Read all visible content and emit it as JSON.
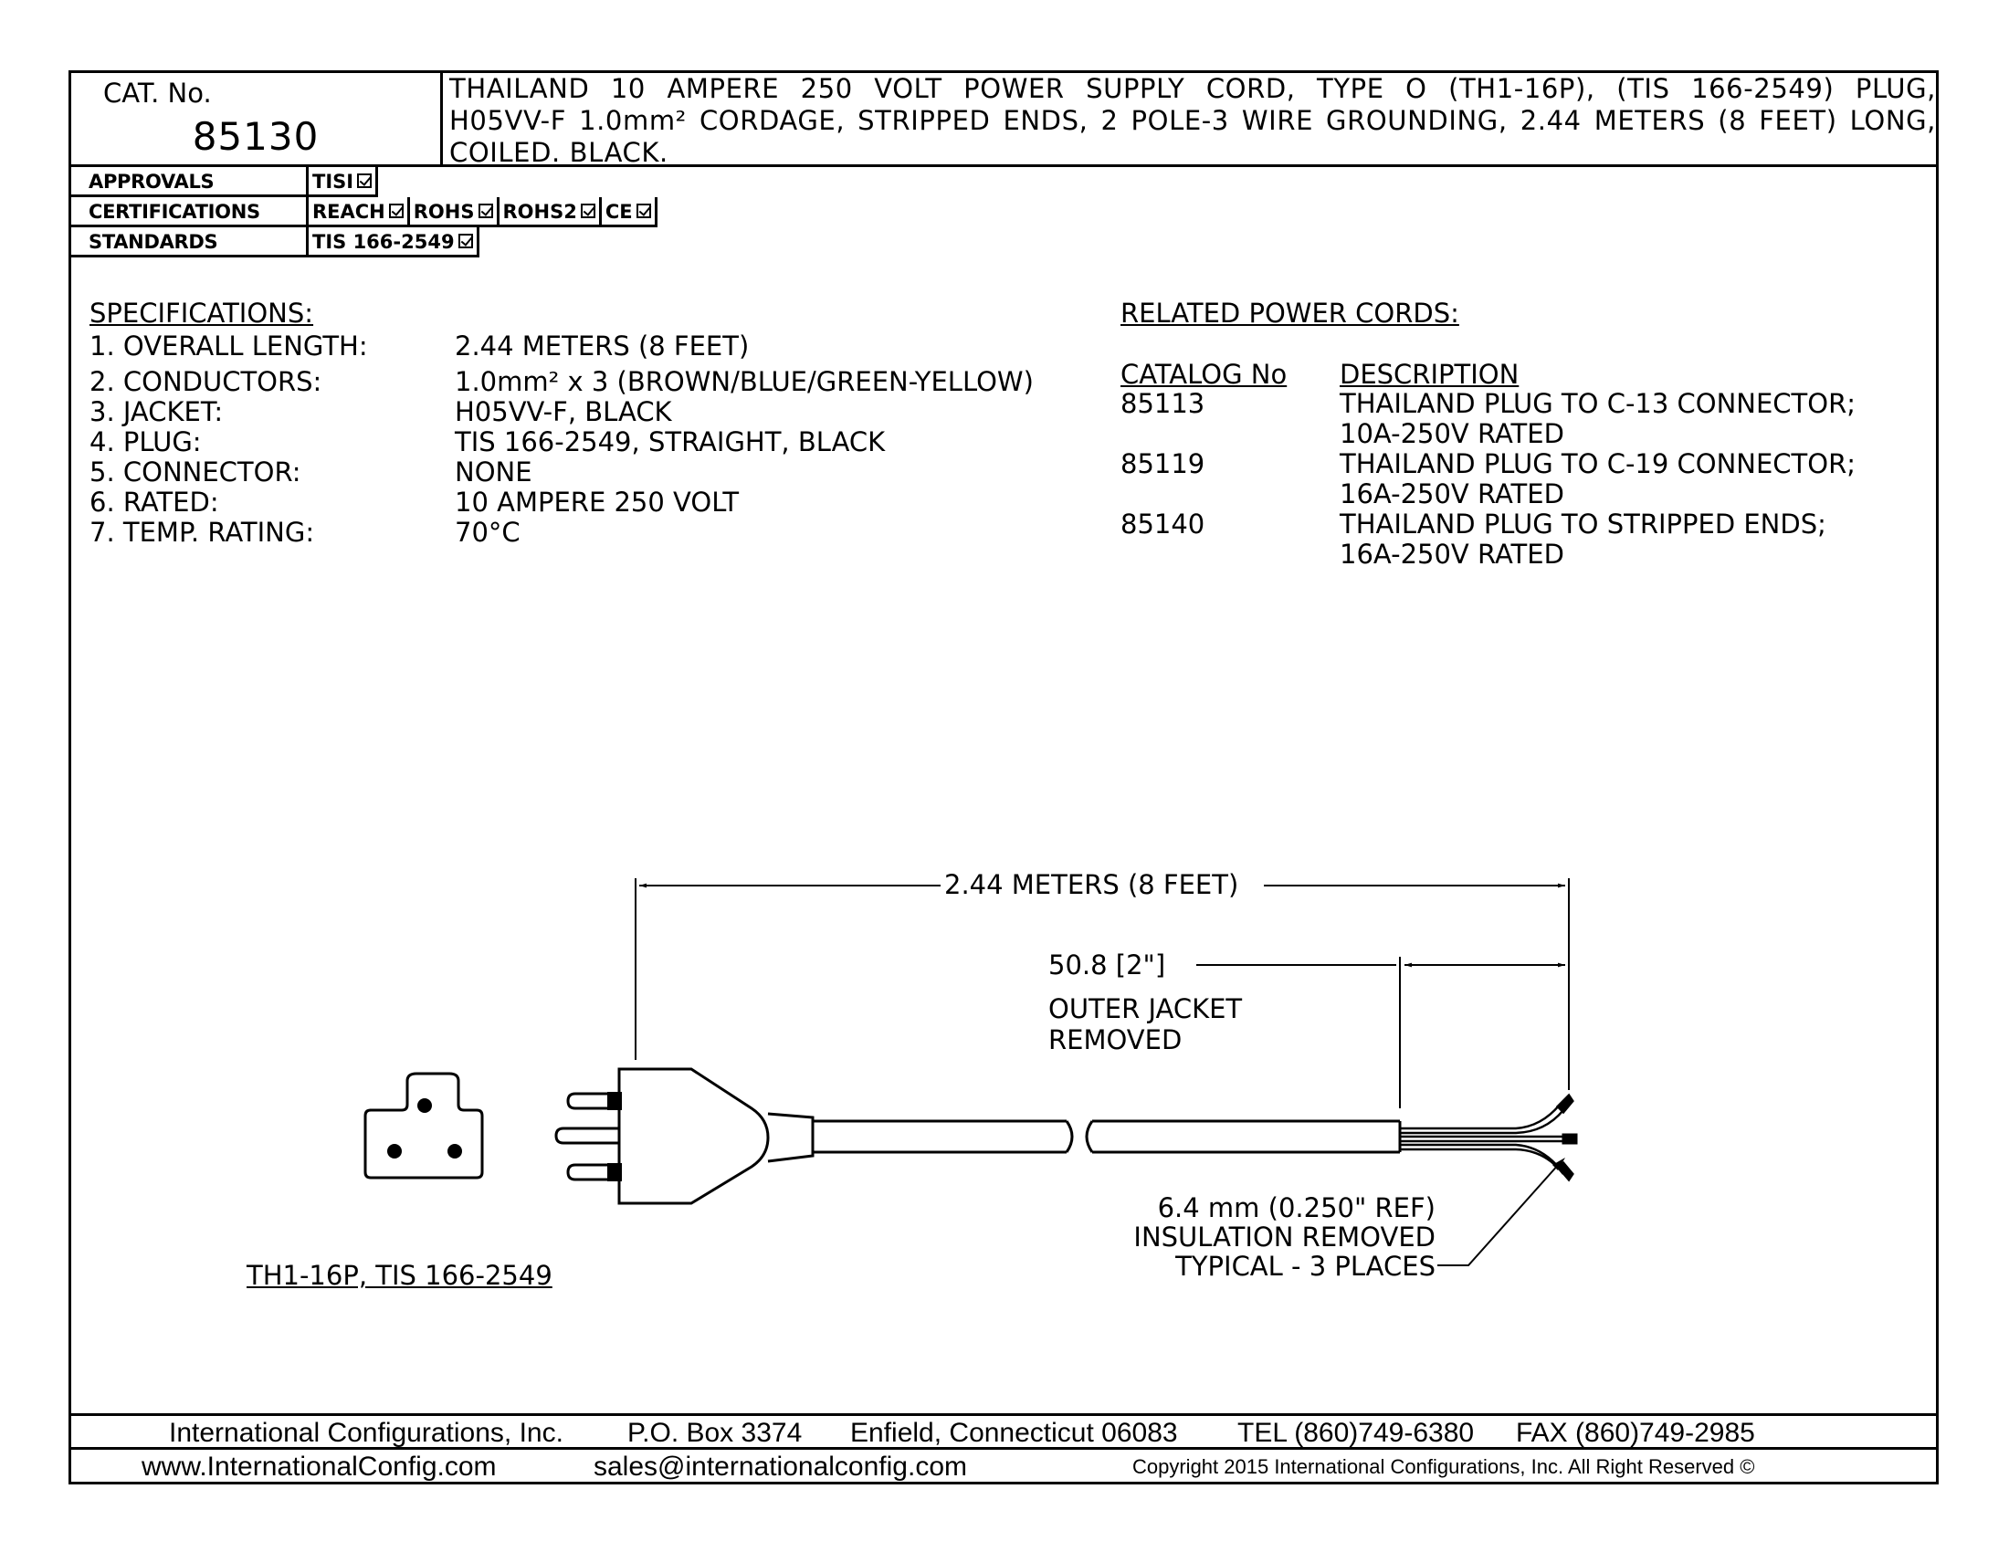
{
  "title_block": {
    "cat_label": "CAT. No.",
    "cat_number": "85130",
    "description_lines": [
      "THAILAND 10 AMPERE 250 VOLT POWER SUPPLY CORD, TYPE O (TH1-16P), (TIS 166-2549) PLUG,",
      "H05VV-F 1.0mm² CORDAGE, STRIPPED ENDS, 2 POLE-3 WIRE GROUNDING, 2.44 METERS (8 FEET) LONG,",
      "COILED. BLACK."
    ]
  },
  "approvals": {
    "approvals_label": "APPROVALS",
    "approvals_items": [
      "TISI"
    ],
    "certifications_label": "CERTIFICATIONS",
    "certifications_items": [
      "REACH",
      "ROHS",
      "ROHS2",
      "CE"
    ],
    "standards_label": "STANDARDS",
    "standards_items": [
      "TIS 166-2549"
    ]
  },
  "specifications": {
    "heading": "SPECIFICATIONS:",
    "rows": [
      {
        "label": "1. OVERALL LENGTH:",
        "value": "2.44 METERS (8 FEET)"
      },
      {
        "label": "2. CONDUCTORS:",
        "value": "1.0mm² x 3 (BROWN/BLUE/GREEN-YELLOW)"
      },
      {
        "label": "3. JACKET:",
        "value": "H05VV-F, BLACK"
      },
      {
        "label": "4. PLUG:",
        "value": "TIS 166-2549, STRAIGHT, BLACK"
      },
      {
        "label": "5. CONNECTOR:",
        "value": "NONE"
      },
      {
        "label": "6. RATED:",
        "value": "10 AMPERE 250 VOLT"
      },
      {
        "label": "7. TEMP. RATING:",
        "value": "70°C"
      }
    ]
  },
  "related": {
    "heading": "RELATED POWER CORDS:",
    "col_catalog": "CATALOG No",
    "col_description": "DESCRIPTION",
    "rows": [
      {
        "catalog": "85113",
        "desc1": "THAILAND PLUG TO C-13 CONNECTOR;",
        "desc2": "10A-250V RATED"
      },
      {
        "catalog": "85119",
        "desc1": "THAILAND PLUG TO C-19 CONNECTOR;",
        "desc2": "16A-250V RATED"
      },
      {
        "catalog": "85140",
        "desc1": "THAILAND PLUG TO STRIPPED ENDS;",
        "desc2": "16A-250V RATED"
      }
    ]
  },
  "drawing": {
    "overall_length": "2.44 METERS (8 FEET)",
    "strip_length": "50.8 [2\"]",
    "strip_note_1": "OUTER JACKET",
    "strip_note_2": "REMOVED",
    "insulation_1": "6.4 mm (0.250\" REF)",
    "insulation_2": "INSULATION REMOVED",
    "insulation_3": "TYPICAL - 3 PLACES",
    "plug_label": "TH1-16P, TIS 166-2549"
  },
  "footer": {
    "company": "International Configurations, Inc.",
    "po_box": "P.O. Box 3374",
    "city": "Enfield, Connecticut 06083",
    "tel": "TEL (860)749-6380",
    "fax": "FAX (860)749-2985",
    "website": "www.InternationalConfig.com",
    "email": "sales@internationalconfig.com",
    "copyright": "Copyright 2015 International Configurations, Inc. All Right Reserved ©"
  }
}
